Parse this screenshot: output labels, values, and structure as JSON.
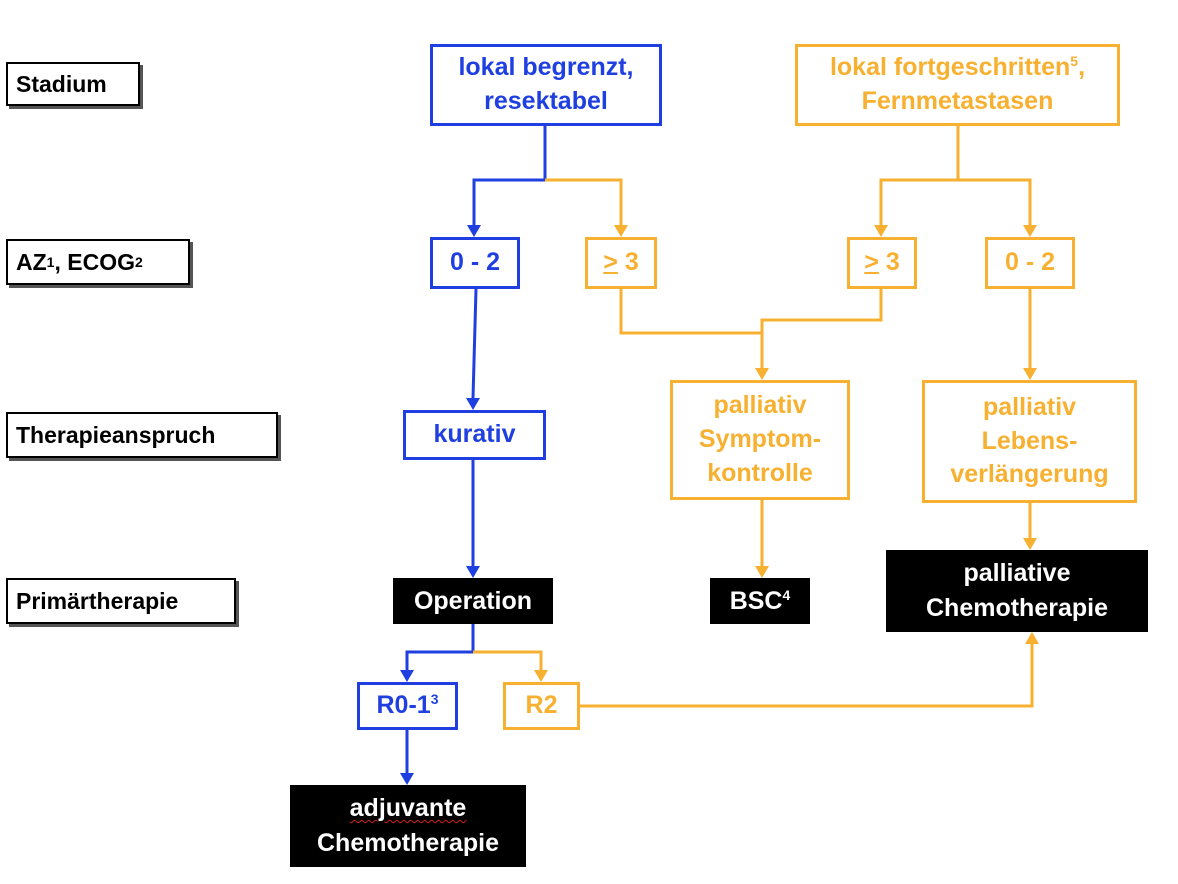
{
  "colors": {
    "curative": "#1f3fe0",
    "palliative": "#f7b030",
    "therapy_box": "#000000",
    "label_border": "#000000"
  },
  "row_labels": {
    "stadium": "Stadium",
    "az_main": "AZ",
    "az_sup": "1",
    "az_sep": ", ECOG",
    "ecog_sup": "2",
    "therapieanspruch": "Therapieanspruch",
    "primaertherapie": "Primärtherapie"
  },
  "stage": {
    "local": "lokal begrenzt,\nresektabel",
    "advanced_main": "lokal fortgeschritten",
    "advanced_sup": "5",
    "advanced_tail": ",\nFernmetastasen"
  },
  "ecog": {
    "local_good": "0 - 2",
    "local_poor_symbol": ">",
    "local_poor_value": " 3",
    "adv_poor_symbol": ">",
    "adv_poor_value": " 3",
    "adv_good": "0 - 2"
  },
  "intent": {
    "curative": "kurativ",
    "palliative_symptom": "palliativ\nSymptom-\nkontrolle",
    "palliative_life": "palliativ\nLebens-\nverlängerung"
  },
  "primary": {
    "operation": "Operation",
    "bsc": "BSC",
    "bsc_sup": "4",
    "palliative_chemo": "palliative\nChemotherapie"
  },
  "resection": {
    "r01": "R0-1",
    "r01_sup": "3",
    "r2": "R2"
  },
  "adjuvant": {
    "word": "adjuvante",
    "chemo": "Chemotherapie"
  }
}
